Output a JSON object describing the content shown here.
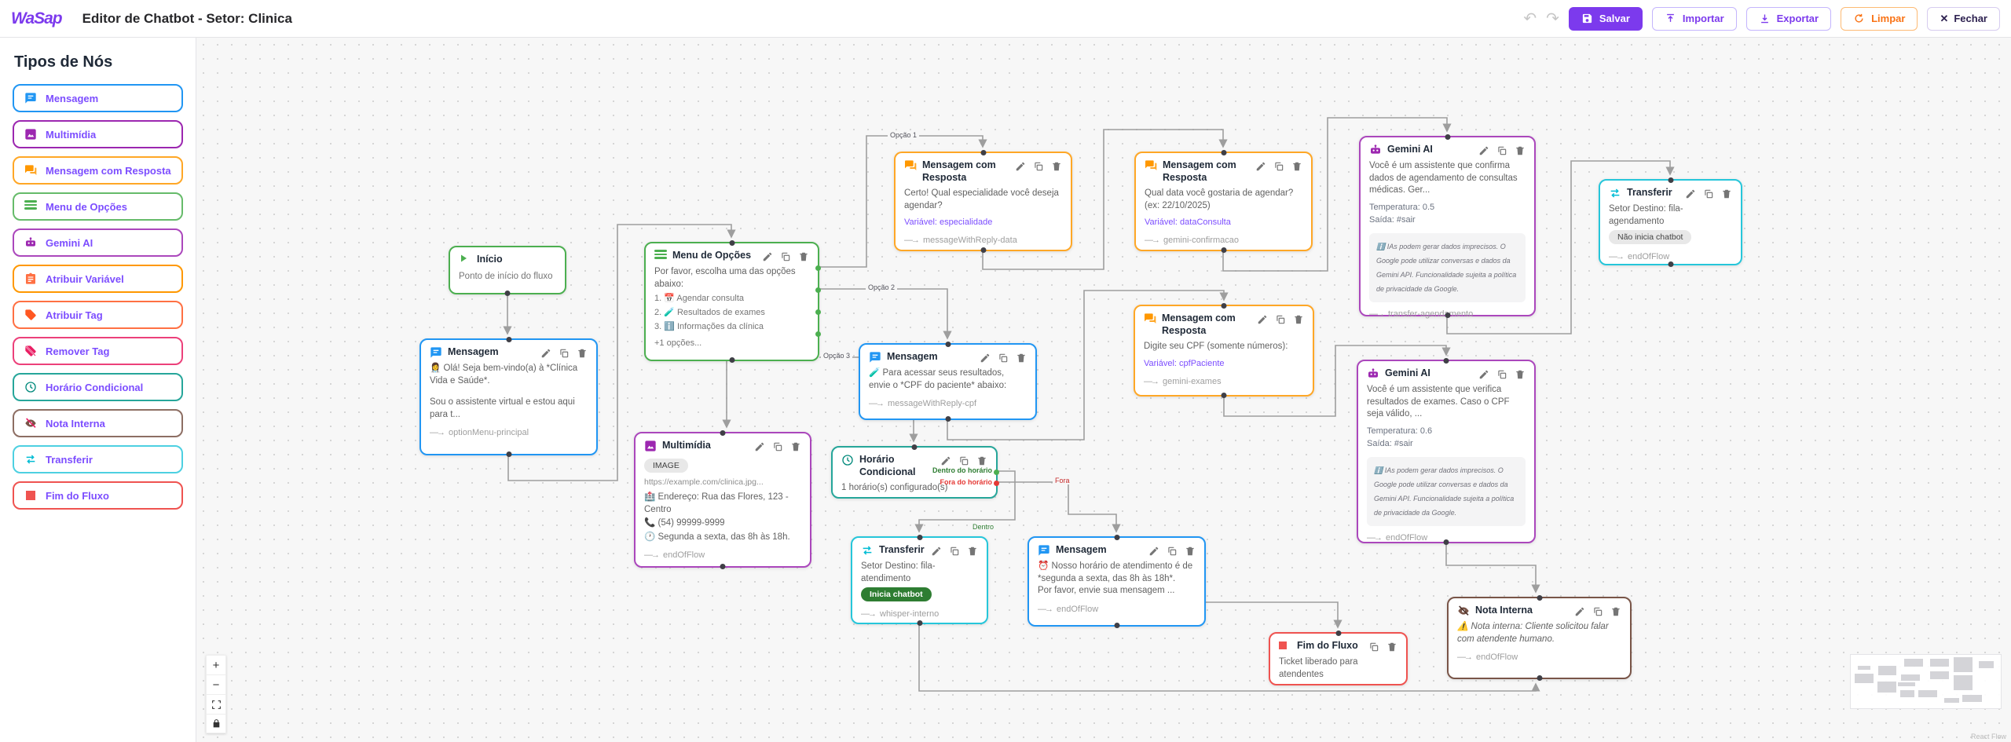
{
  "header": {
    "logo": "WaSap",
    "title": "Editor de Chatbot - Setor: Clinica",
    "icons": {
      "undo": "↶",
      "redo": "↷",
      "close": "✕"
    },
    "buttons": {
      "salvar": "Salvar",
      "importar": "Importar",
      "exportar": "Exportar",
      "limpar": "Limpar",
      "fechar": "Fechar"
    }
  },
  "sidebar": {
    "heading": "Tipos de Nós",
    "items": [
      {
        "label": "Mensagem",
        "color": "#2196f3"
      },
      {
        "label": "Multimídia",
        "color": "#9c27b0"
      },
      {
        "label": "Mensagem com Resposta",
        "color": "#ffa726"
      },
      {
        "label": "Menu de Opções",
        "color": "#66bb6a"
      },
      {
        "label": "Gemini AI",
        "color": "#ab47bc"
      },
      {
        "label": "Atribuir Variável",
        "color": "#ff9800"
      },
      {
        "label": "Atribuir Tag",
        "color": "#ff7043"
      },
      {
        "label": "Remover Tag",
        "color": "#ec407a"
      },
      {
        "label": "Horário Condicional",
        "color": "#26a69a"
      },
      {
        "label": "Nota Interna",
        "color": "#8d6e63"
      },
      {
        "label": "Transferir",
        "color": "#4dd0e1"
      },
      {
        "label": "Fim do Fluxo",
        "color": "#ef5350"
      }
    ]
  },
  "nodes": {
    "inicio": {
      "title": "Início",
      "subtitle": "Ponto de início do fluxo"
    },
    "msgPrincipal": {
      "title": "Mensagem",
      "body": "👩‍⚕️ Olá! Seja bem-vindo(a) à *Clínica Vida e Saúde*.",
      "body2": "Sou o assistente virtual e estou aqui para t...",
      "footer": "optionMenu-principal"
    },
    "menuOpcoes": {
      "title": "Menu de Opções",
      "body": "Por favor, escolha uma das opções abaixo:",
      "options": [
        "1. 📅 Agendar consulta",
        "2. 🧪 Resultados de exames",
        "3. ℹ️ Informações da clínica"
      ],
      "more": "+1 opções..."
    },
    "multimidia": {
      "title": "Multimídia",
      "badge": "IMAGE",
      "url": "https://example.com/clinica.jpg...",
      "line1": "🏥 Endereço: Rua das Flores, 123 - Centro",
      "line2": "📞 (54) 99999-9999",
      "line3": "🕐 Segunda a sexta, das 8h às 18h.",
      "footer": "endOfFlow"
    },
    "mcrEspecialidade": {
      "title": "Mensagem com Resposta",
      "body": "Certo! Qual especialidade você deseja agendar?",
      "variavel": "Variável: especialidade",
      "footer": "messageWithReply-data"
    },
    "mcrData": {
      "title": "Mensagem com Resposta",
      "body": "Qual data você gostaria de agendar? (ex: 22/10/2025)",
      "variavel": "Variável: dataConsulta",
      "footer": "gemini-confirmacao"
    },
    "mcrCpf": {
      "title": "Mensagem com Resposta",
      "body": "Digite seu CPF (somente números):",
      "variavel": "Variável: cpfPaciente",
      "footer": "gemini-exames"
    },
    "msgCpf": {
      "title": "Mensagem",
      "body": "🧪 Para acessar seus resultados, envie o *CPF do paciente* abaixo:",
      "footer": "messageWithReply-cpf"
    },
    "horario": {
      "title": "Horário Condicional",
      "body": "1 horário(s) configurado(s)",
      "dentroLabel": "Dentro do horário",
      "foraLabel": "Fora do horário"
    },
    "transfAtendimento": {
      "title": "Transferir",
      "body": "Setor Destino: fila-atendimento",
      "badge": "Inicia chatbot",
      "footer": "whisper-interno"
    },
    "transfAgendamento": {
      "title": "Transferir",
      "body": "Setor Destino: fila-agendamento",
      "badge": "Não inicia chatbot",
      "footer": "endOfFlow"
    },
    "msgHorario": {
      "title": "Mensagem",
      "body": "⏰ Nosso horário de atendimento é de *segunda a sexta, das 8h às 18h*.",
      "body2": "Por favor, envie sua mensagem ...",
      "footer": "endOfFlow"
    },
    "geminiConfirma": {
      "title": "Gemini AI",
      "body": "Você é um assistente que confirma dados de agendamento de consultas médicas. Ger...",
      "temp": "Temperatura: 0.5",
      "saida": "Saída: #sair",
      "footer": "transfer-agendamento"
    },
    "geminiExames": {
      "title": "Gemini AI",
      "body": "Você é um assistente que verifica resultados de exames. Caso o CPF seja válido, ...",
      "temp": "Temperatura: 0.6",
      "saida": "Saída: #sair",
      "footer": "endOfFlow"
    },
    "notaInterna": {
      "title": "Nota Interna",
      "body": "⚠️ Nota interna: Cliente solicitou falar com atendente humano.",
      "footer": "endOfFlow"
    },
    "fimFluxo": {
      "title": "Fim do Fluxo",
      "body": "Ticket liberado para atendentes"
    }
  },
  "gemini": {
    "disclaimer": "ℹ️ IAs podem gerar dados imprecisos. O Google pode utilizar conversas e dados da Gemini API. Funcionalidade sujeita a política de privacidade da Google."
  },
  "edges": {
    "opcao1": "Opção 1",
    "opcao2": "Opção 2",
    "opcao3": "Opção 3",
    "dentro": "Dentro",
    "fora": "Fora"
  },
  "controls": {
    "zoom_in": "+",
    "zoom_out": "−"
  },
  "canvas": {
    "attribution": "React Flow"
  }
}
